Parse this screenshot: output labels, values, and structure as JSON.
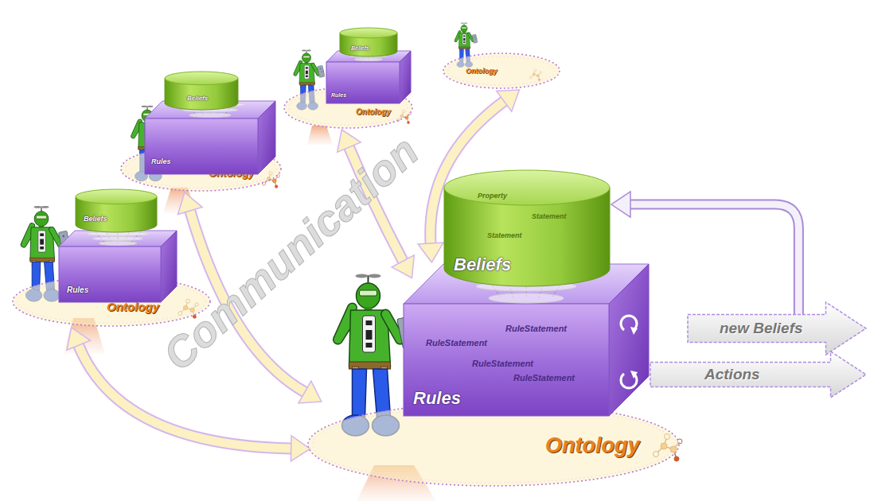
{
  "diagram": {
    "nodes": [
      {
        "text": [
          "Ontology"
        ]
      },
      {
        "text": [
          "Beliefs"
        ]
      },
      {
        "text": [
          "Rules"
        ]
      },
      {
        "text": [
          "Ontology"
        ]
      },
      {
        "text": [
          "Beliefs"
        ]
      },
      {
        "text": [
          "Rules"
        ]
      },
      {
        "text": [
          "Ontology"
        ]
      },
      {
        "text": [
          "Beliefs"
        ]
      },
      {
        "text": [
          "Rules"
        ]
      },
      {
        "text": [
          "Ontology"
        ]
      },
      {
        "text": [
          "Property",
          "Statement",
          "Statement",
          "Beliefs"
        ]
      },
      {
        "text": [
          "RuleStatement",
          "RuleStatement",
          "RuleStatement",
          "RuleStatement",
          "Rules"
        ]
      },
      {
        "text": [
          "new Beliefs"
        ]
      },
      {
        "text": [
          "Actions"
        ]
      },
      {
        "text": [
          "Ontology"
        ]
      }
    ],
    "edges": [
      {
        "from": 14,
        "to": 9,
        "arrow": "both"
      },
      {
        "from": 14,
        "to": 6,
        "arrow": "both"
      },
      {
        "from": 11,
        "to": 3,
        "arrow": "both"
      },
      {
        "from": 11,
        "to": 0,
        "arrow": "both"
      },
      {
        "from": 12,
        "to": 10,
        "arrow": "to"
      }
    ],
    "labels": [
      "Communication"
    ]
  }
}
